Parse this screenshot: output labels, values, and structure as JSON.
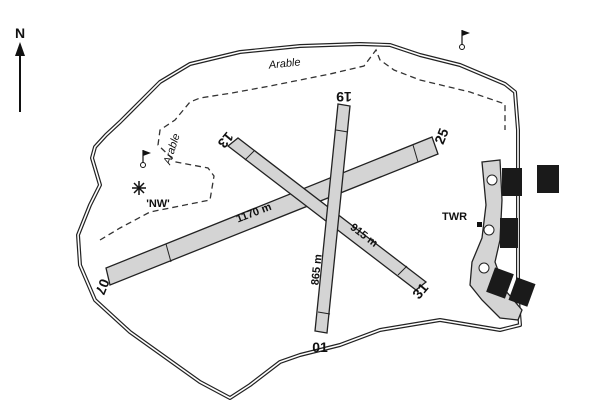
{
  "north": {
    "label": "N"
  },
  "areas": {
    "arable_top": "Arable",
    "arable_side": "Arable"
  },
  "runways": {
    "r19": "19",
    "r01": "01",
    "r13": "13",
    "r31": "31",
    "r25": "25",
    "r07": "07"
  },
  "lengths": {
    "len_07_25": "1170 m",
    "len_13_31": "915 m",
    "len_01_19": "865 m"
  },
  "labels": {
    "twr": "TWR",
    "nw": "'NW'"
  },
  "colors": {
    "runway_fill": "#d4d4d4",
    "hangar": "#1a1a1a",
    "ink": "#111111"
  },
  "icons": [
    "north-arrow-icon",
    "windsock-flag-icon",
    "signal-square-star-icon"
  ]
}
